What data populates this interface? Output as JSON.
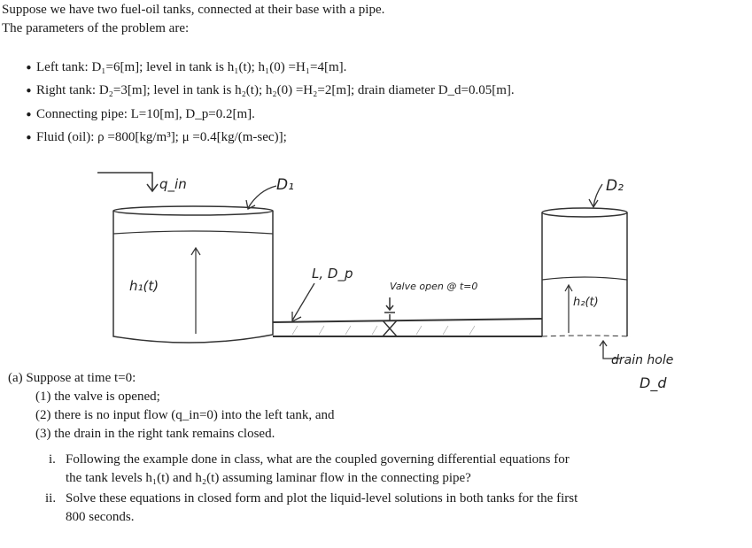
{
  "intro": {
    "line1": "Suppose we have two fuel-oil tanks, connected at their base with a pipe.",
    "line2": "The parameters of the problem are:"
  },
  "parameters": [
    "Left tank: D₁=6[m]; level in tank is h₁(t); h₁(0) =H₁=4[m].",
    "Right tank: D₂=3[m]; level in tank is h₂(t); h₂(0) =H₂=2[m]; drain diameter D_d=0.05[m].",
    "Connecting pipe: L=10[m], D_p=0.2[m].",
    "Fluid (oil): ρ =800[kg/m³];  μ =0.4[kg/(m-sec)];"
  ],
  "diagram": {
    "q_in": "q_in",
    "d1": "D₁",
    "d2": "D₂",
    "h1": "h₁(t)",
    "pipe": "L, D_p",
    "valve": "Valve open @ t=0",
    "h2": "h₂(t)",
    "drain": "drain hole",
    "dd": "D_d"
  },
  "part_a": {
    "intro": "(a) Suppose at time t=0:",
    "conditions": [
      "(1) the valve is opened;",
      "(2) there is no input flow (q_in=0) into the left tank, and",
      "(3) the drain in the right tank remains closed."
    ],
    "questions": [
      {
        "num": "i.",
        "lines": [
          "Following the example done in class, what are the coupled governing differential equations for",
          "the tank levels h₁(t) and h₂(t) assuming laminar flow in the connecting pipe?"
        ]
      },
      {
        "num": "ii.",
        "lines": [
          "Solve these equations in closed form and plot the liquid-level solutions in both tanks for the first",
          "800 seconds."
        ]
      }
    ]
  }
}
